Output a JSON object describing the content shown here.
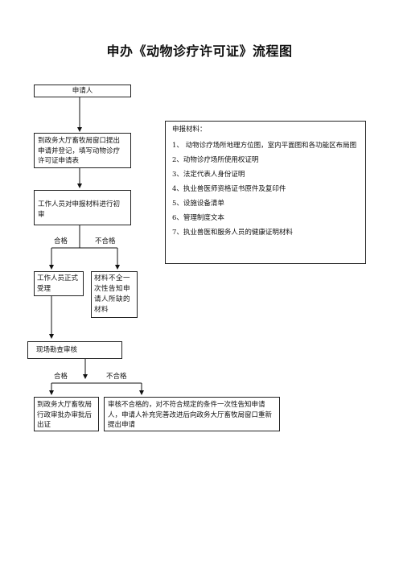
{
  "title": "申办《动物诊疗许可证》流程图",
  "nodes": {
    "applicant": "申请人",
    "register": "到政务大厅畜牧局窗口提出申请并登记，填写动物诊疗许可证申请表",
    "preliminary": "工作人员对申报材料进行初审",
    "accept": "工作人员正式受理",
    "incomplete": "材料不全一次性告知申请人所缺的材料",
    "inspection": "现场勘查审核",
    "approve": "到政务大厅畜牧局行政审批办审批后出证",
    "reject": "审核不合格的，对不符合规定的条件一次性告知申请人，申请人补充完善改进后向政务大厅畜牧局窗口重新提出申请"
  },
  "labels": {
    "pass_1": "合格",
    "fail_1": "不合格",
    "pass_2": "合格",
    "fail_2": "不合格"
  },
  "materials": {
    "heading": "申报材料：",
    "items": [
      "1、 动物诊疗场所地理方位图，室内平面图和各功能区布局图",
      "2、动物诊疗场所使用权证明",
      "3、法定代表人身份证明",
      "4、执业兽医师资格证书原件及复印件",
      "5、设施设备清单",
      "6、管理制度文本",
      "7、执业兽医和服务人员的健康证明材料"
    ]
  }
}
